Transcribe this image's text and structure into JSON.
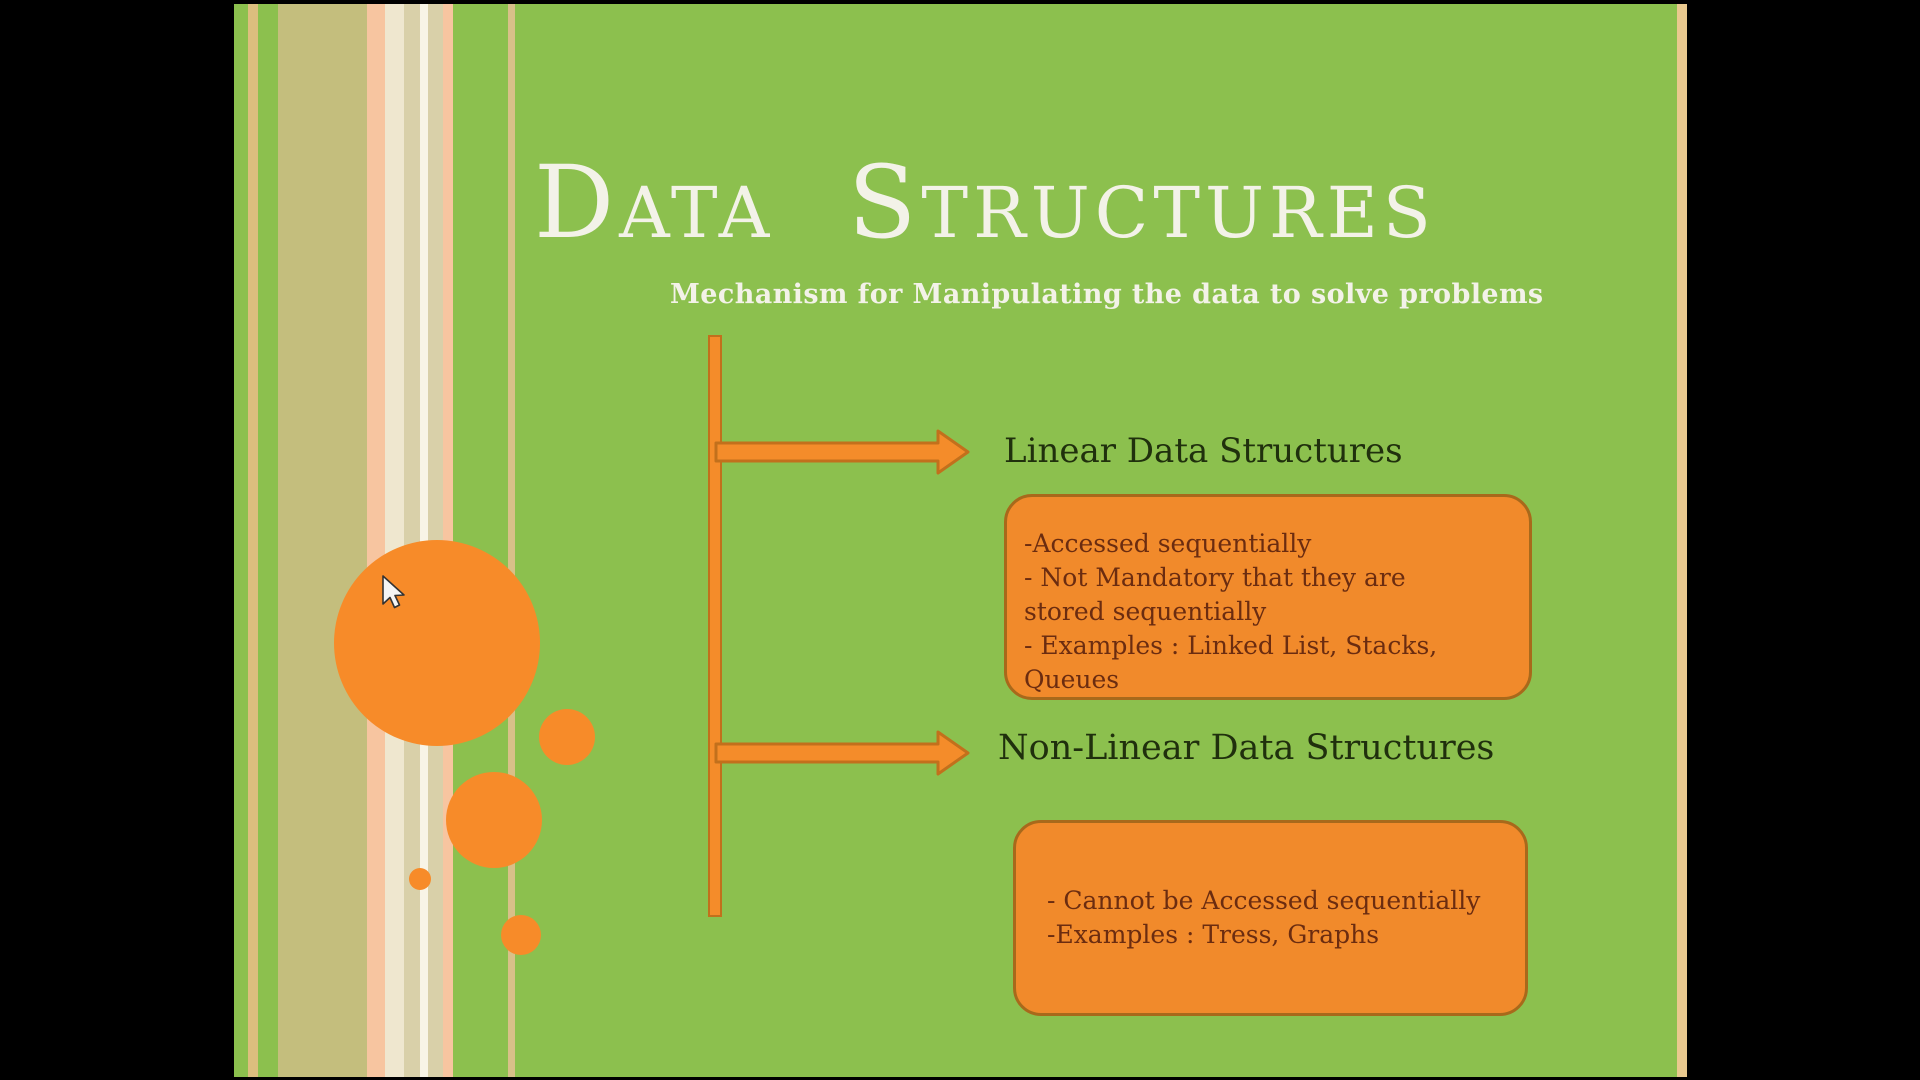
{
  "slide": {
    "title": "Data  Structures",
    "subtitle": "Mechanism for Manipulating the data to solve problems",
    "tree": {
      "branches": [
        {
          "label": "Linear Data Structures",
          "details": [
            "-Accessed sequentially",
            "- Not Mandatory that they are stored sequentially",
            "- Examples : Linked List, Stacks, Queues"
          ]
        },
        {
          "label": "Non-Linear Data Structures",
          "details": [
            "- Cannot be Accessed sequentially",
            "-Examples : Tress, Graphs"
          ]
        }
      ]
    }
  },
  "colors": {
    "green": "#8cc04e",
    "orange": "#f78b29",
    "box-fill": "#f18a2b",
    "box-border": "#a8691b",
    "arrow-fill": "#f48c2a",
    "arrow-border": "#c2701c",
    "dark-text": "#20300d",
    "box-text": "#6b2c10",
    "light-text": "#f3f2e8"
  }
}
